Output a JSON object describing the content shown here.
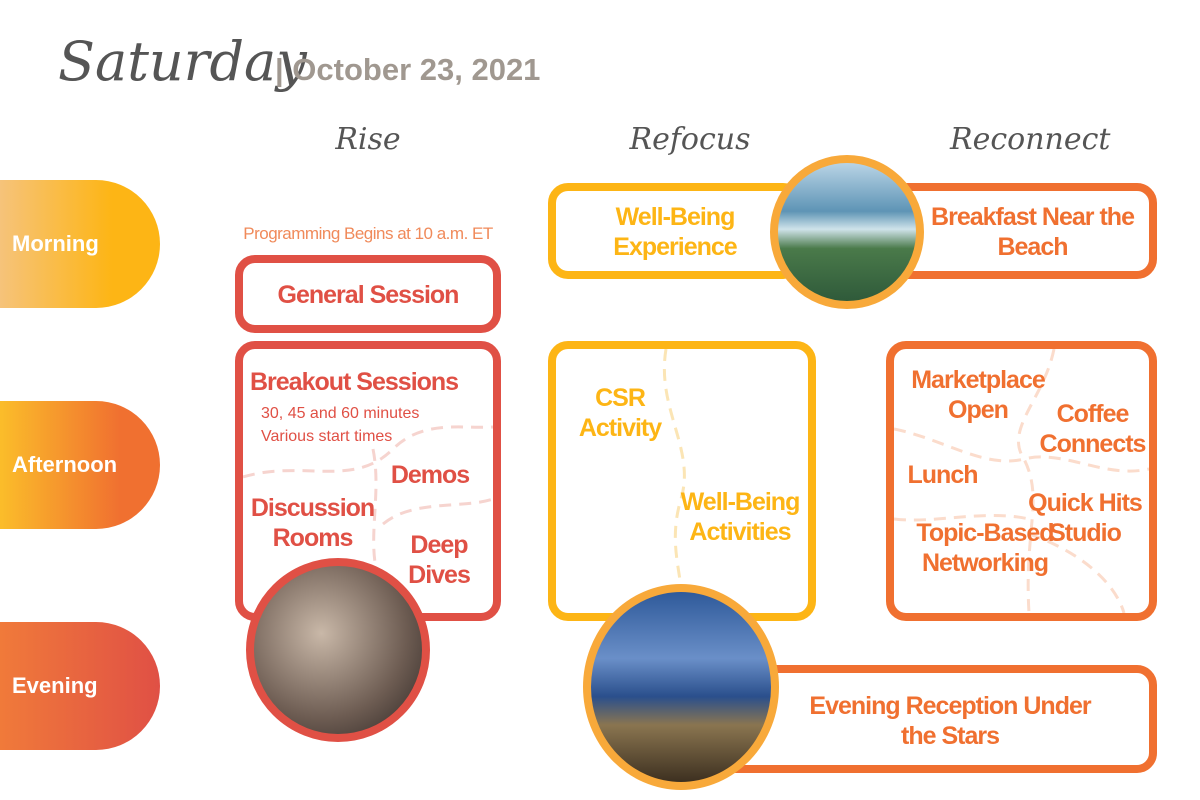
{
  "header": {
    "day": "Saturday",
    "date": "| October 23, 2021"
  },
  "columns": [
    "Rise",
    "Refocus",
    "Reconnect"
  ],
  "rows": [
    "Morning",
    "Afternoon",
    "Evening"
  ],
  "rise": {
    "note": "Programming Begins at 10 a.m. ET",
    "general_session": "General Session",
    "breakout_title": "Breakout Sessions",
    "breakout_sub1": "30, 45 and 60 minutes",
    "breakout_sub2": "Various start times",
    "demos": "Demos",
    "discussion": "Discussion Rooms",
    "deep_dives": "Deep Dives"
  },
  "refocus": {
    "wellbeing_experience": "Well-Being Experience",
    "csr": "CSR Activity",
    "wellbeing_activities": "Well-Being Activities"
  },
  "reconnect": {
    "breakfast": "Breakfast Near the Beach",
    "marketplace": "Marketplace Open",
    "coffee": "Coffee Connects",
    "lunch": "Lunch",
    "quick_hits": "Quick Hits Studio",
    "topic": "Topic-Based Networking",
    "evening": "Evening Reception Under the Stars"
  },
  "colors": {
    "red": "#e05045",
    "yellow": "#fdb515",
    "orange": "#f07030",
    "gray": "#a09890"
  }
}
